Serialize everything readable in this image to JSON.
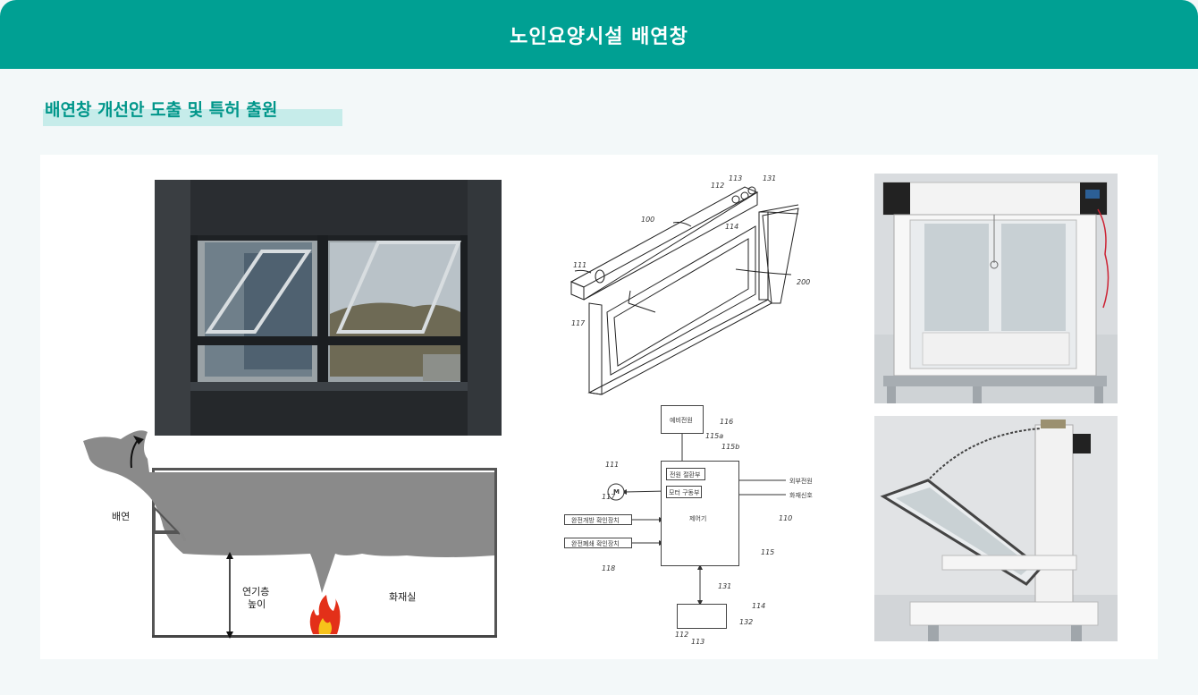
{
  "header": {
    "title": "노인요양시설 배연창"
  },
  "section": {
    "title": "배연창 개선안 도출 및 특허 출원"
  },
  "smoke_diagram": {
    "exhaust_label": "배연",
    "layer_label_1": "연기층",
    "layer_label_2": "높이",
    "room_label": "화재실"
  },
  "patent_drawing": {
    "labels": [
      "100",
      "111",
      "112",
      "113",
      "114",
      "117",
      "131",
      "200"
    ]
  },
  "block_diagram": {
    "backup_power": "예비전원",
    "backup_power_no": "116",
    "switch_unit": "전원 절환부",
    "motor_drive": "모터 구동부",
    "controller": "제어기",
    "external_power": "외부전원",
    "fire_signal": "화재신호",
    "open_check": "완전개방 확인장치",
    "close_check": "완전폐쇄 확인장치",
    "motor": "M",
    "refs": {
      "r111": "111",
      "r115a": "115a",
      "r115b": "115b",
      "r117": "117",
      "r118": "118",
      "r110": "110",
      "r115": "115",
      "r131": "131",
      "r114": "114",
      "r132": "132",
      "r112": "112",
      "r113": "113"
    }
  }
}
